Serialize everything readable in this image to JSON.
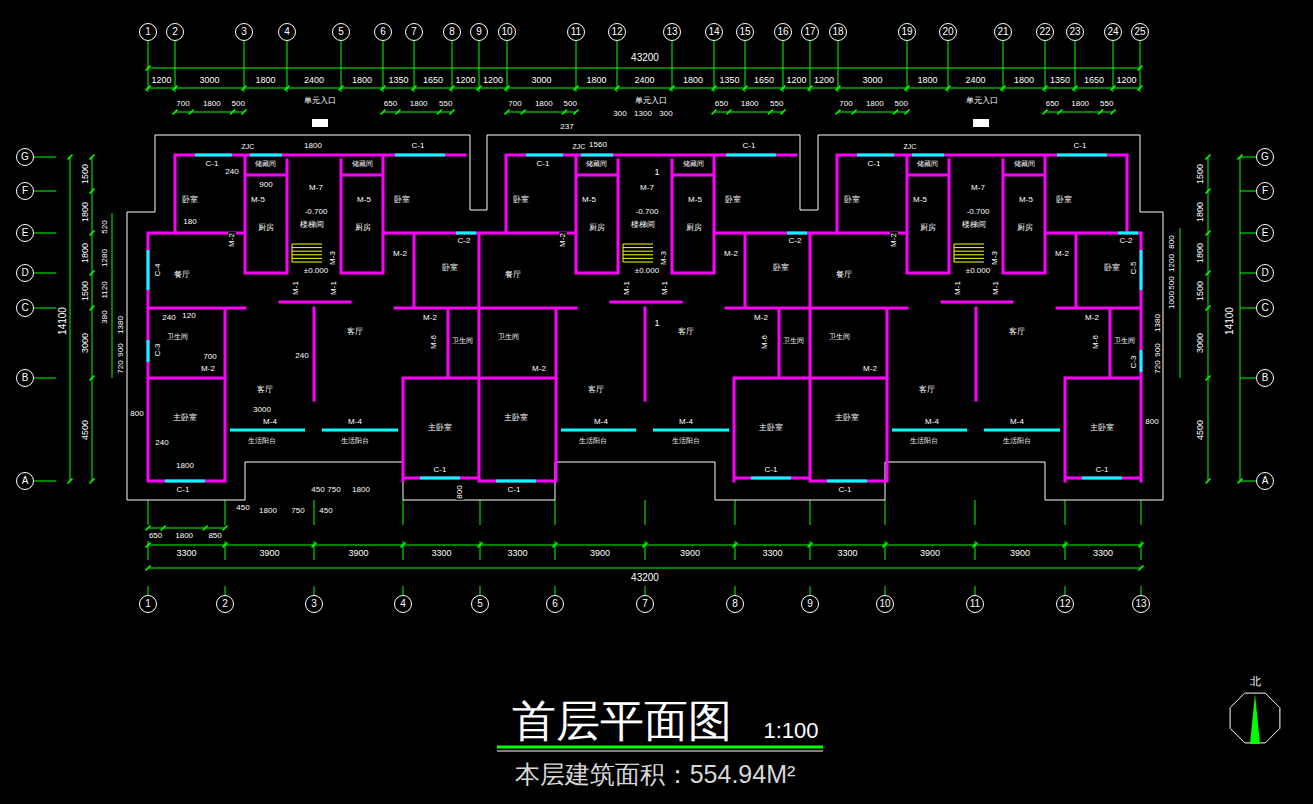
{
  "diagram": {
    "title": "首层平面图",
    "caption": "本层建筑面积：554.94M²",
    "nodes": [
      {
        "text": [
          "1"
        ]
      },
      {
        "text": [
          "2"
        ]
      },
      {
        "text": [
          "3"
        ]
      },
      {
        "text": [
          "4"
        ]
      },
      {
        "text": [
          "5"
        ]
      },
      {
        "text": [
          "6"
        ]
      },
      {
        "text": [
          "7"
        ]
      },
      {
        "text": [
          "8"
        ]
      },
      {
        "text": [
          "9"
        ]
      },
      {
        "text": [
          "10"
        ]
      },
      {
        "text": [
          "11"
        ]
      },
      {
        "text": [
          "12"
        ]
      },
      {
        "text": [
          "13"
        ]
      },
      {
        "text": [
          "14"
        ]
      },
      {
        "text": [
          "15"
        ]
      },
      {
        "text": [
          "16"
        ]
      },
      {
        "text": [
          "17"
        ]
      },
      {
        "text": [
          "18"
        ]
      },
      {
        "text": [
          "19"
        ]
      },
      {
        "text": [
          "20"
        ]
      },
      {
        "text": [
          "21"
        ]
      },
      {
        "text": [
          "22"
        ]
      },
      {
        "text": [
          "23"
        ]
      },
      {
        "text": [
          "24"
        ]
      },
      {
        "text": [
          "25"
        ]
      },
      {
        "text": [
          "G"
        ]
      },
      {
        "text": [
          "F"
        ]
      },
      {
        "text": [
          "E"
        ]
      },
      {
        "text": [
          "D"
        ]
      },
      {
        "text": [
          "C"
        ]
      },
      {
        "text": [
          "B"
        ]
      },
      {
        "text": [
          "A"
        ]
      },
      {
        "text": [
          "G"
        ]
      },
      {
        "text": [
          "F"
        ]
      },
      {
        "text": [
          "E"
        ]
      },
      {
        "text": [
          "D"
        ]
      },
      {
        "text": [
          "C"
        ]
      },
      {
        "text": [
          "B"
        ]
      },
      {
        "text": [
          "A"
        ]
      },
      {
        "text": [
          "1"
        ]
      },
      {
        "text": [
          "2"
        ]
      },
      {
        "text": [
          "3"
        ]
      },
      {
        "text": [
          "4"
        ]
      },
      {
        "text": [
          "5"
        ]
      },
      {
        "text": [
          "6"
        ]
      },
      {
        "text": [
          "7"
        ]
      },
      {
        "text": [
          "8"
        ]
      },
      {
        "text": [
          "9"
        ]
      },
      {
        "text": [
          "10"
        ]
      },
      {
        "text": [
          "11"
        ]
      },
      {
        "text": [
          "12"
        ]
      },
      {
        "text": [
          "13"
        ]
      }
    ],
    "labels": [
      "卧室",
      "储藏间",
      "厨房",
      "楼梯间",
      "储藏间",
      "厨房",
      "卧室",
      "餐厅",
      "卧室",
      "卫生间",
      "客厅",
      "客厅",
      "卫生间",
      "主卧室",
      "主卧室",
      "生活阳台",
      "生活阳台",
      "ZJC",
      "C-1",
      "C-1",
      "M-5",
      "M-5",
      "M-7",
      "-0.700",
      "±0.000",
      "M-1",
      "M-1",
      "M-3",
      "M-2",
      "M-2",
      "C-2",
      "M-2",
      "M-6",
      "M-2",
      "M-4",
      "M-4",
      "C-1",
      "C-1",
      "卧室",
      "储藏间",
      "厨房",
      "楼梯间",
      "储藏间",
      "厨房",
      "卧室",
      "餐厅",
      "卧室",
      "卫生间",
      "客厅",
      "客厅",
      "卫生间",
      "主卧室",
      "主卧室",
      "生活阳台",
      "生活阳台",
      "ZJC",
      "C-1",
      "C-1",
      "M-5",
      "M-5",
      "M-7",
      "-0.700",
      "±0.000",
      "M-1",
      "M-1",
      "M-3",
      "M-2",
      "M-2",
      "C-2",
      "M-2",
      "M-6",
      "M-2",
      "M-4",
      "M-4",
      "C-1",
      "C-1",
      "卧室",
      "储藏间",
      "厨房",
      "楼梯间",
      "储藏间",
      "厨房",
      "卧室",
      "餐厅",
      "卧室",
      "卫生间",
      "客厅",
      "客厅",
      "卫生间",
      "主卧室",
      "主卧室",
      "生活阳台",
      "生活阳台",
      "ZJC",
      "C-1",
      "C-1",
      "M-5",
      "M-5",
      "M-7",
      "-0.700",
      "±0.000",
      "M-1",
      "M-1",
      "M-3",
      "M-2",
      "M-2",
      "C-2",
      "M-2",
      "M-6",
      "M-2",
      "M-4",
      "M-4",
      "C-1",
      "C-1",
      "43200",
      "1200",
      "3000",
      "1800",
      "2400",
      "1800",
      "1350",
      "1650",
      "1200",
      "1200",
      "3000",
      "1800",
      "2400",
      "1800",
      "1350",
      "1650",
      "1200",
      "1200",
      "3000",
      "1800",
      "2400",
      "1800",
      "1350",
      "1650",
      "1200",
      "700",
      "1800",
      "500",
      "650",
      "1800",
      "550",
      "700",
      "1800",
      "500",
      "650",
      "1800",
      "550",
      "700",
      "1800",
      "500",
      "650",
      "1800",
      "550",
      "单元入口",
      "单元入口",
      "单元入口",
      "3300",
      "3900",
      "3900",
      "3300",
      "3300",
      "3900",
      "3900",
      "3300",
      "3300",
      "3900",
      "3900",
      "3300",
      "43200",
      "1500",
      "1800",
      "1800",
      "1500",
      "3000",
      "4500",
      "14100",
      "1500",
      "1800",
      "1800",
      "1500",
      "3000",
      "4500",
      "14100",
      "650",
      "1800",
      "850",
      "450",
      "1800",
      "750",
      "450",
      "450",
      "750",
      "1800",
      "800",
      "520",
      "1280",
      "1120",
      "380",
      "1380",
      "900",
      "720",
      "800",
      "1200",
      "500",
      "1000",
      "1380",
      "900",
      "720",
      "800",
      "800",
      "237",
      "1560",
      "300",
      "1300",
      "300",
      "240",
      "900",
      "180",
      "120",
      "240",
      "700",
      "3000",
      "240",
      "1800",
      "240",
      "1800",
      "1",
      "1",
      "C-4",
      "C-3",
      "C-5",
      "C-3",
      "1:100",
      "北"
    ]
  }
}
